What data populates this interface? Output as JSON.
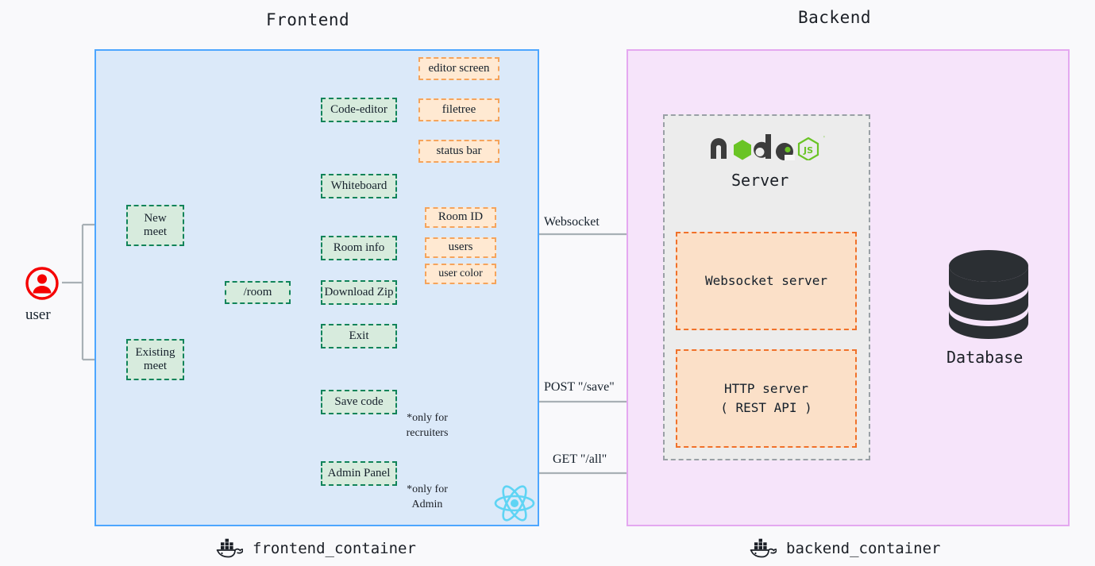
{
  "diagram": {
    "title_frontend": "Frontend",
    "title_backend": "Backend"
  },
  "actor": {
    "label": "user",
    "icon": "user-circle-icon",
    "color": "#f50000"
  },
  "frontend": {
    "container_label": "frontend_container",
    "container_icon": "docker-whale-icon",
    "framework_icon": "react-logo-icon",
    "framework_color": "#5fd4f4",
    "entry_nodes": [
      {
        "id": "new-meet",
        "label": "New\nmeet"
      },
      {
        "id": "existing-meet",
        "label": "Existing\nmeet"
      }
    ],
    "route": {
      "id": "room-route",
      "label": "/room"
    },
    "features": [
      {
        "id": "code-editor",
        "label": "Code-editor"
      },
      {
        "id": "whiteboard",
        "label": "Whiteboard"
      },
      {
        "id": "room-info",
        "label": "Room info"
      },
      {
        "id": "download-zip",
        "label": "Download Zip"
      },
      {
        "id": "exit",
        "label": "Exit"
      },
      {
        "id": "save-code",
        "label": "Save code"
      },
      {
        "id": "admin-panel",
        "label": "Admin Panel"
      }
    ],
    "code_editor_children": [
      {
        "id": "editor-screen",
        "label": "editor screen"
      },
      {
        "id": "filetree",
        "label": "filetree"
      },
      {
        "id": "status-bar",
        "label": "status bar"
      }
    ],
    "room_info_children": [
      {
        "id": "room-id",
        "label": "Room ID"
      },
      {
        "id": "users",
        "label": "users"
      },
      {
        "id": "user-color",
        "label": "user color"
      }
    ],
    "notes": [
      {
        "id": "save-code-note",
        "label": "*only for\nrecruiters"
      },
      {
        "id": "admin-panel-note",
        "label": "*only for\nAdmin"
      }
    ]
  },
  "backend": {
    "container_label": "backend_container",
    "container_icon": "docker-whale-icon",
    "server_group_label": "Server",
    "server_logo": "nodejs-logo-icon",
    "services": [
      {
        "id": "websocket-server",
        "label": "Websocket server"
      },
      {
        "id": "http-server",
        "label": "HTTP server\n( REST API )"
      }
    ],
    "database": {
      "id": "database",
      "label": "Database",
      "icon": "database-cylinder-icon"
    }
  },
  "connections": [
    {
      "id": "websocket-link",
      "label": "Websocket"
    },
    {
      "id": "post-save-link",
      "label": "POST \"/save\""
    },
    {
      "id": "get-all-link",
      "label": "GET \"/all\""
    }
  ],
  "colors": {
    "frontend_bg": "#dbe9f9",
    "frontend_border": "#4da6ff",
    "backend_bg": "#f6e4fa",
    "backend_border": "#e4a8f0",
    "green_node_bg": "#d7ebdd",
    "green_node_border": "#11845a",
    "orange_node_bg": "#ffe9d2",
    "orange_node_border": "#f5a45c",
    "service_bg": "#fbe0c8",
    "service_border": "#f0712a",
    "wire": "#a8b0b5"
  }
}
